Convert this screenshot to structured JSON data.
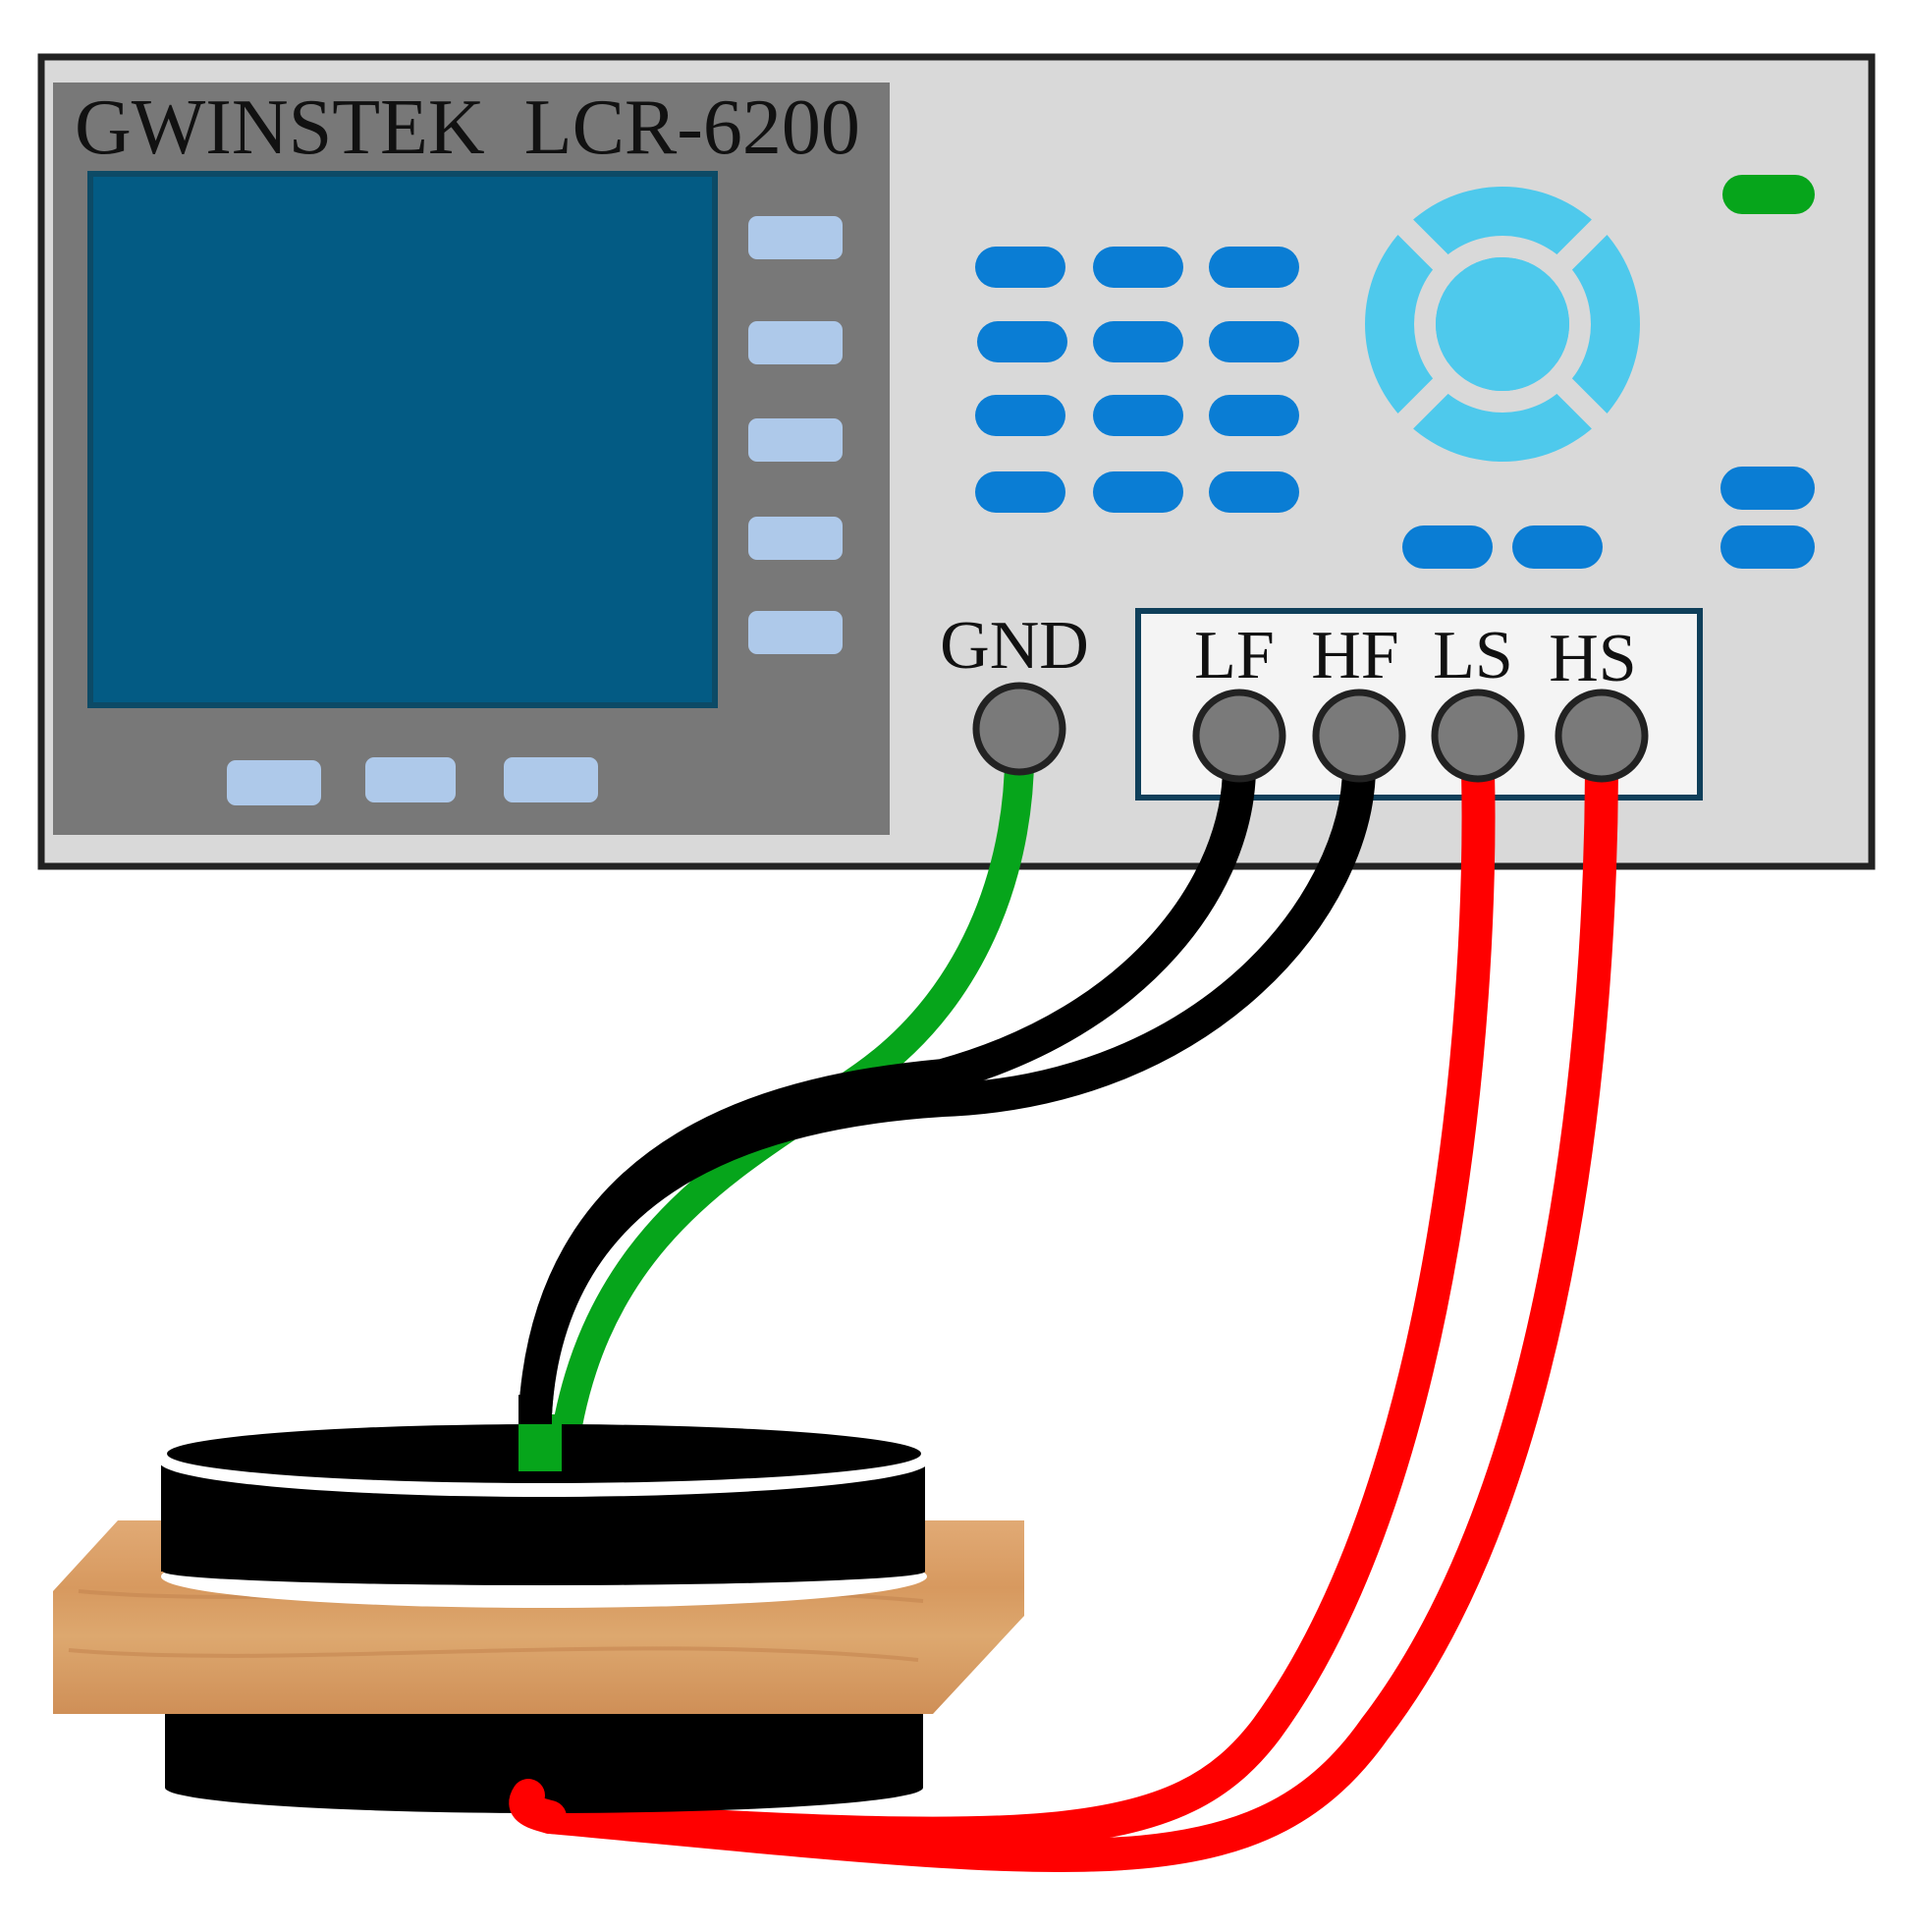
{
  "instrument": {
    "title": "GWINSTEK  LCR-6200"
  },
  "terminals": {
    "gnd": "GND",
    "lf": "LF",
    "hf": "HF",
    "ls": "LS",
    "hs": "HS"
  },
  "colors": {
    "chassis": "#d9d9d9",
    "chassis_border": "#222222",
    "display_panel": "#787878",
    "screen": "#035b84",
    "soft_key": "#aec9ea",
    "keypad_key": "#0a7dd4",
    "nav_ring": "#4ec9ec",
    "power_led": "#06a51b",
    "terminal_knob": "#7a7a7a",
    "cable_gnd": "#06a51b",
    "cable_current": "#000000",
    "cable_sense": "#ff0000",
    "wood": "#d99b62",
    "coil": "#000000"
  },
  "icons": {
    "soft_keys": "soft-key-icon",
    "keypad": "keypad-key-icon",
    "navigation": "navigation-dial-icon",
    "power": "power-led-icon",
    "terminal": "terminal-jack-icon"
  }
}
